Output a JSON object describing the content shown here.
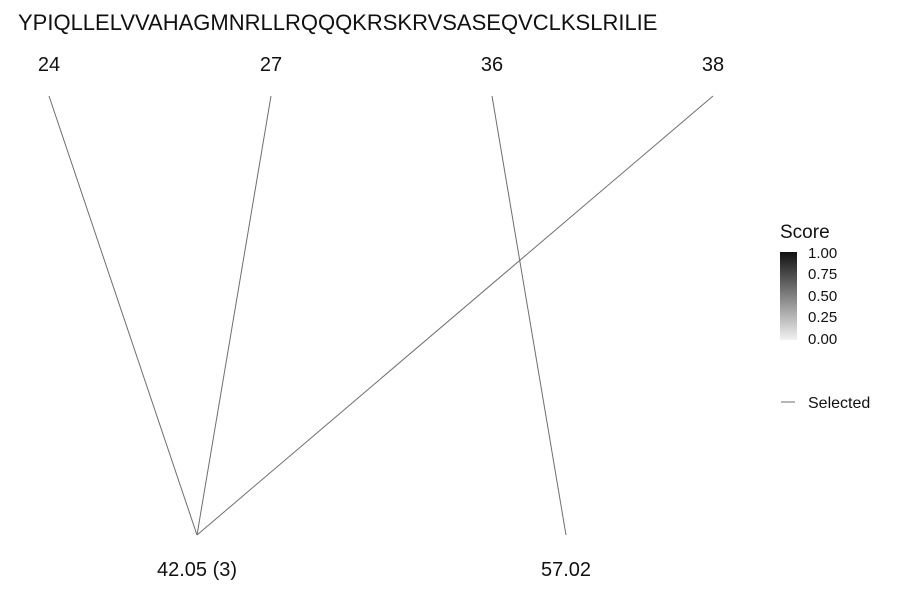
{
  "sequence": "YPIQLLELVVAHAGMNRLLRQQQKRSKRVSASEQVCLKSLRILIE",
  "top_positions": [
    "24",
    "27",
    "36",
    "38"
  ],
  "bottom_masses": [
    "42.05 (3)",
    "57.02"
  ],
  "links": [
    {
      "from": 0,
      "to": 0
    },
    {
      "from": 1,
      "to": 0
    },
    {
      "from": 3,
      "to": 0
    },
    {
      "from": 2,
      "to": 1
    }
  ],
  "legend": {
    "score_title": "Score",
    "score_ticks": [
      "1.00",
      "0.75",
      "0.50",
      "0.25",
      "0.00"
    ],
    "selected_label": "Selected",
    "gradient_top_color": "#111111",
    "gradient_bottom_color": "#f2f2f2"
  },
  "colors": {
    "line": "#6e6e6e",
    "text": "#111111"
  }
}
